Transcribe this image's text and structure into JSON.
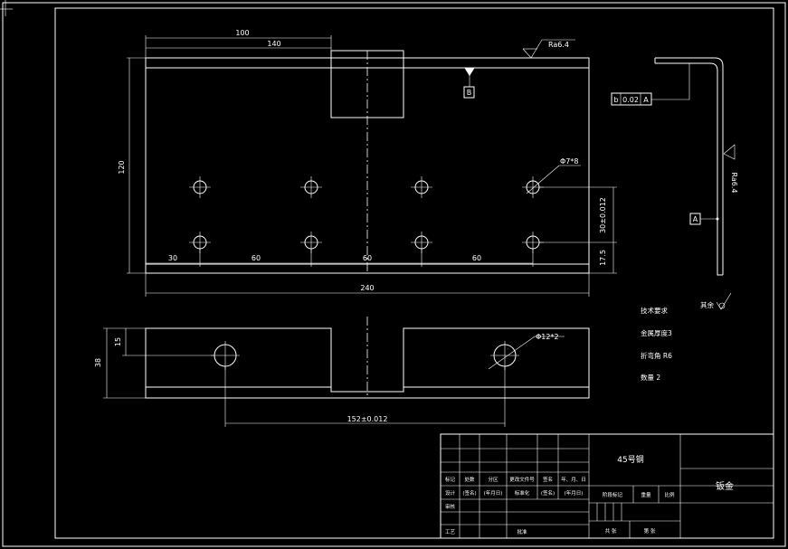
{
  "dims": {
    "d100": "100",
    "d140": "140",
    "d120": "120",
    "d30": "30",
    "d60a": "60",
    "d60b": "60",
    "d60c": "60",
    "d240": "240",
    "d30tol": "30±0.012",
    "d175": "17.5",
    "d15": "15",
    "d38": "38",
    "d152": "152±0.012"
  },
  "annotations": {
    "rough_top": "Ra6.4",
    "rough_side": "Ra6.4",
    "hole7": "Φ7*8",
    "hole12": "Φ12*2",
    "datum_b": "B",
    "datum_a": "A",
    "tol_sym": "b",
    "tol_val": "0.02",
    "tol_ref": "A",
    "rest": "其余"
  },
  "notes": {
    "title": "技术要求",
    "n1": "金属厚度3",
    "n2": "折弯角 R6",
    "n3": "数量 2"
  },
  "title_block": {
    "material": "45号钢",
    "name": "钣金",
    "r1": [
      "标记",
      "处数",
      "分区",
      "更改文件号",
      "签名",
      "年、月、日"
    ],
    "r2": [
      "设计",
      "(签名)",
      "(年月日)",
      "标准化",
      "(签名)",
      "(年月日)"
    ],
    "r3": "审核",
    "r4": "工艺",
    "r4b": "批准",
    "stage": "阶段标记",
    "weight": "重量",
    "scale": "比例",
    "sheets": "共 张",
    "sheet_no": "第 张"
  }
}
